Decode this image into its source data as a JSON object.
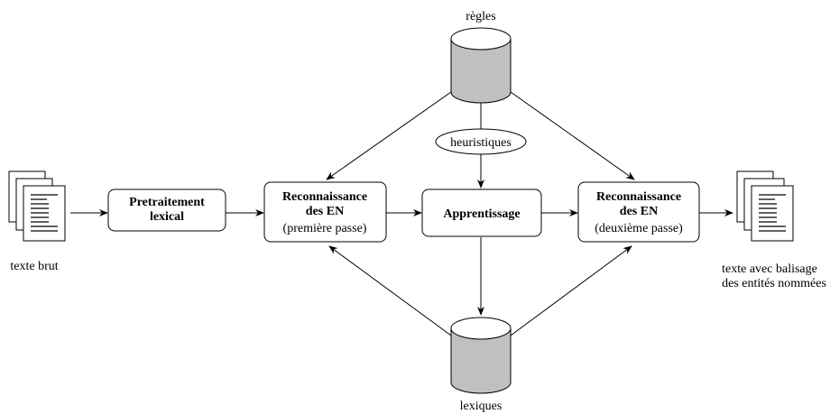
{
  "input": {
    "label": "texte brut"
  },
  "output": {
    "line1": "texte avec balisage",
    "line2": "des entités nommées"
  },
  "db_top": {
    "label": "règles"
  },
  "db_bottom": {
    "label": "lexiques"
  },
  "heuristics": {
    "label": "heuristiques"
  },
  "box_pre": {
    "line1": "Pretraitement",
    "line2": "lexical"
  },
  "box_rec1": {
    "line1": "Reconnaissance",
    "line2": "des EN",
    "line3": "(première passe)"
  },
  "box_learn": {
    "label": "Apprentissage"
  },
  "box_rec2": {
    "line1": "Reconnaissance",
    "line2": "des EN",
    "line3": "(deuxième passe)"
  },
  "colors": {
    "cylinder_fill": "#c0c0c0",
    "stroke": "#000000"
  },
  "icons": [
    "document-stack-icon",
    "database-icon"
  ]
}
